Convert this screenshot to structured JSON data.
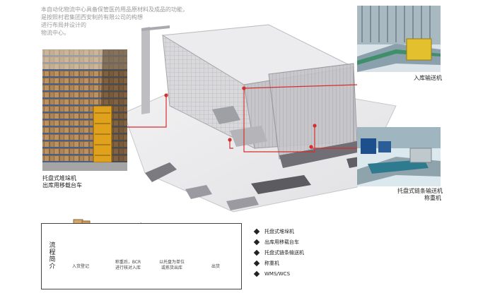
{
  "intro": {
    "lines": [
      "本自动化物流中心具备保管医药用品原材料及成品的功能，",
      "是按照村君集团西安制药有限公司的构想",
      "进行布局并设计的",
      "物流中心。"
    ]
  },
  "labels": {
    "left_photo": [
      "托盘式堆垛机",
      "出库用移载台车"
    ],
    "top_right_photo": "入库输送机",
    "bottom_right_photo": [
      "托盘式链条输送机",
      "称重机"
    ]
  },
  "flow": {
    "title": "流程简介",
    "steps": [
      {
        "label": "入货登记",
        "lines": [
          "入货登记"
        ]
      },
      {
        "label": "称重后 BCR进行核对入库",
        "lines": [
          "称重后，BCR",
          "进行核对入库"
        ]
      },
      {
        "label": "以托盘为单位或拣货出库",
        "lines": [
          "以托盘为单位",
          "或拣货出库"
        ]
      },
      {
        "label": "出货",
        "lines": [
          "出货"
        ]
      }
    ]
  },
  "legend": {
    "items": [
      "托盘式堆垛机",
      "出库用移载台车",
      "托盘式链条输送机",
      "称重机",
      "WMS/WCS"
    ]
  },
  "colors": {
    "accent_line": "#d32f2f",
    "box_fill": "#c9995e",
    "truck_blue": "#2d7fc1"
  }
}
